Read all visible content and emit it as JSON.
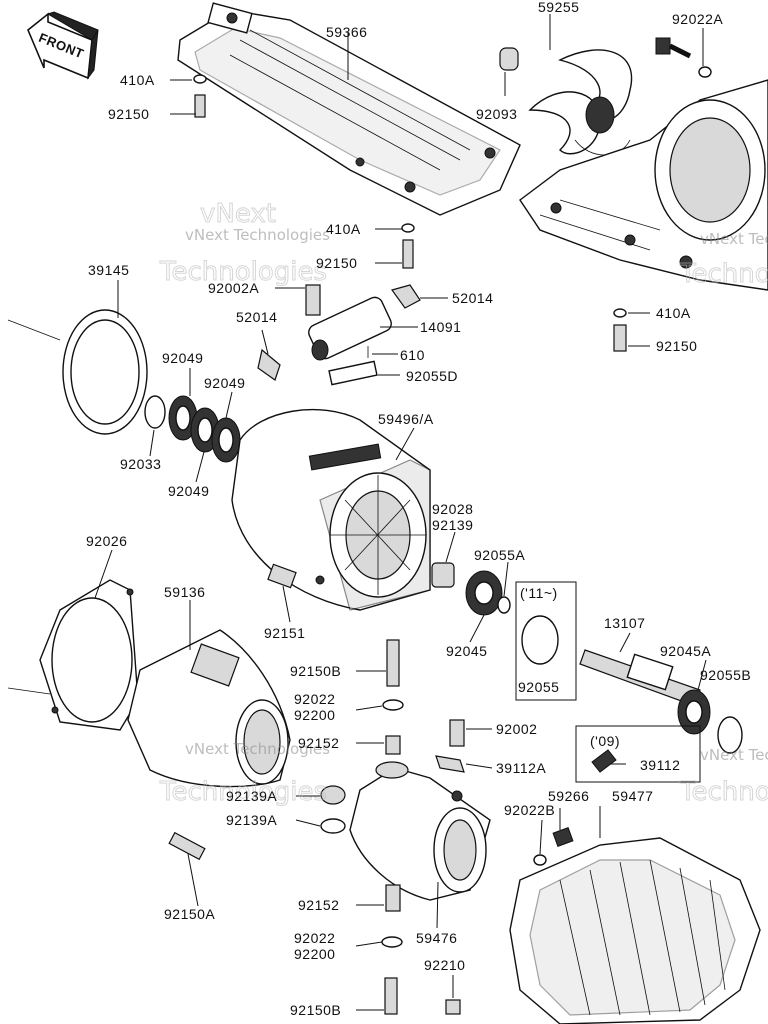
{
  "front_badge": "FRONT",
  "watermark": {
    "line1": "vNext",
    "line2": "vNext Technologies",
    "line3": "Technologies"
  },
  "labels": {
    "p59255": "59255",
    "p92022A_top": "92022A",
    "p59366": "59366",
    "p410A_1": "410A",
    "p92150_1": "92150",
    "p92093": "92093",
    "p410A_2": "410A",
    "p92150_2": "92150",
    "p39145": "39145",
    "p92002A": "92002A",
    "p52014_r": "52014",
    "p52014_l": "52014",
    "p14091": "14091",
    "p410A_3": "410A",
    "p92150_3": "92150",
    "p610": "610",
    "p92055D": "92055D",
    "p92049_a": "92049",
    "p92049_b": "92049",
    "p59496A": "59496/A",
    "p92033": "92033",
    "p92049_c": "92049",
    "p92028": "92028",
    "p92139": "92139",
    "p92055A": "92055A",
    "p11_variant": "('11~)",
    "p92026": "92026",
    "p59136": "59136",
    "p92151": "92151",
    "p92045": "92045",
    "p92055": "92055",
    "p13107": "13107",
    "p92045A": "92045A",
    "p92055B": "92055B",
    "p92150B_1": "92150B",
    "p92022_1": "92022",
    "p92200_1": "92200",
    "p92002": "92002",
    "p09_variant": "('09)",
    "p92152_1": "92152",
    "p39112A": "39112A",
    "p39112": "39112",
    "p92139A_1": "92139A",
    "p59266": "59266",
    "p59477": "59477",
    "p92022B": "92022B",
    "p92139A_2": "92139A",
    "p92150A": "92150A",
    "p92152_2": "92152",
    "p59476": "59476",
    "p92022_2": "92022",
    "p92200_2": "92200",
    "p92210": "92210",
    "p92150B_2": "92150B"
  }
}
